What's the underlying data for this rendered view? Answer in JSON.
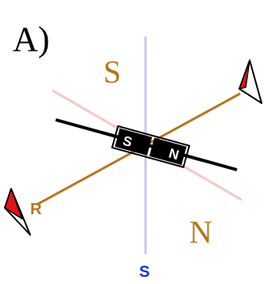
{
  "panel_label": "A)",
  "region_labels": {
    "south": "S",
    "north": "N"
  },
  "magnet": {
    "south_pole": "S",
    "north_pole": "N"
  },
  "rod_end_label": "R",
  "vertical_axis_label": "S",
  "colors": {
    "vertical_axis": "#c8c8f4",
    "pink_line": "#f6c6c6",
    "magnet_axis": "#000000",
    "rod": "#b8741a",
    "region_text": "#b8741a",
    "axis_label": "#1a2ee6",
    "compass_red": "#e0141a"
  },
  "icons": [
    "compass-needle-icon",
    "compass-needle-icon"
  ]
}
